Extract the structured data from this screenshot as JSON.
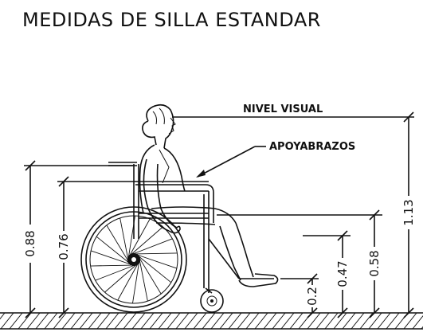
{
  "diagram": {
    "title": "MEDIDAS DE SILLA ESTANDAR",
    "labels": {
      "eye_level": "NIVEL VISUAL",
      "armrest": "APOYABRAZOS"
    },
    "dimensions": {
      "backrest_height": "0.88",
      "armrest_height": "0.76",
      "footrest_height": "0.2",
      "seat_height": "0.47",
      "seat_cushion_height": "0.58",
      "eye_level_height": "1.13"
    }
  }
}
